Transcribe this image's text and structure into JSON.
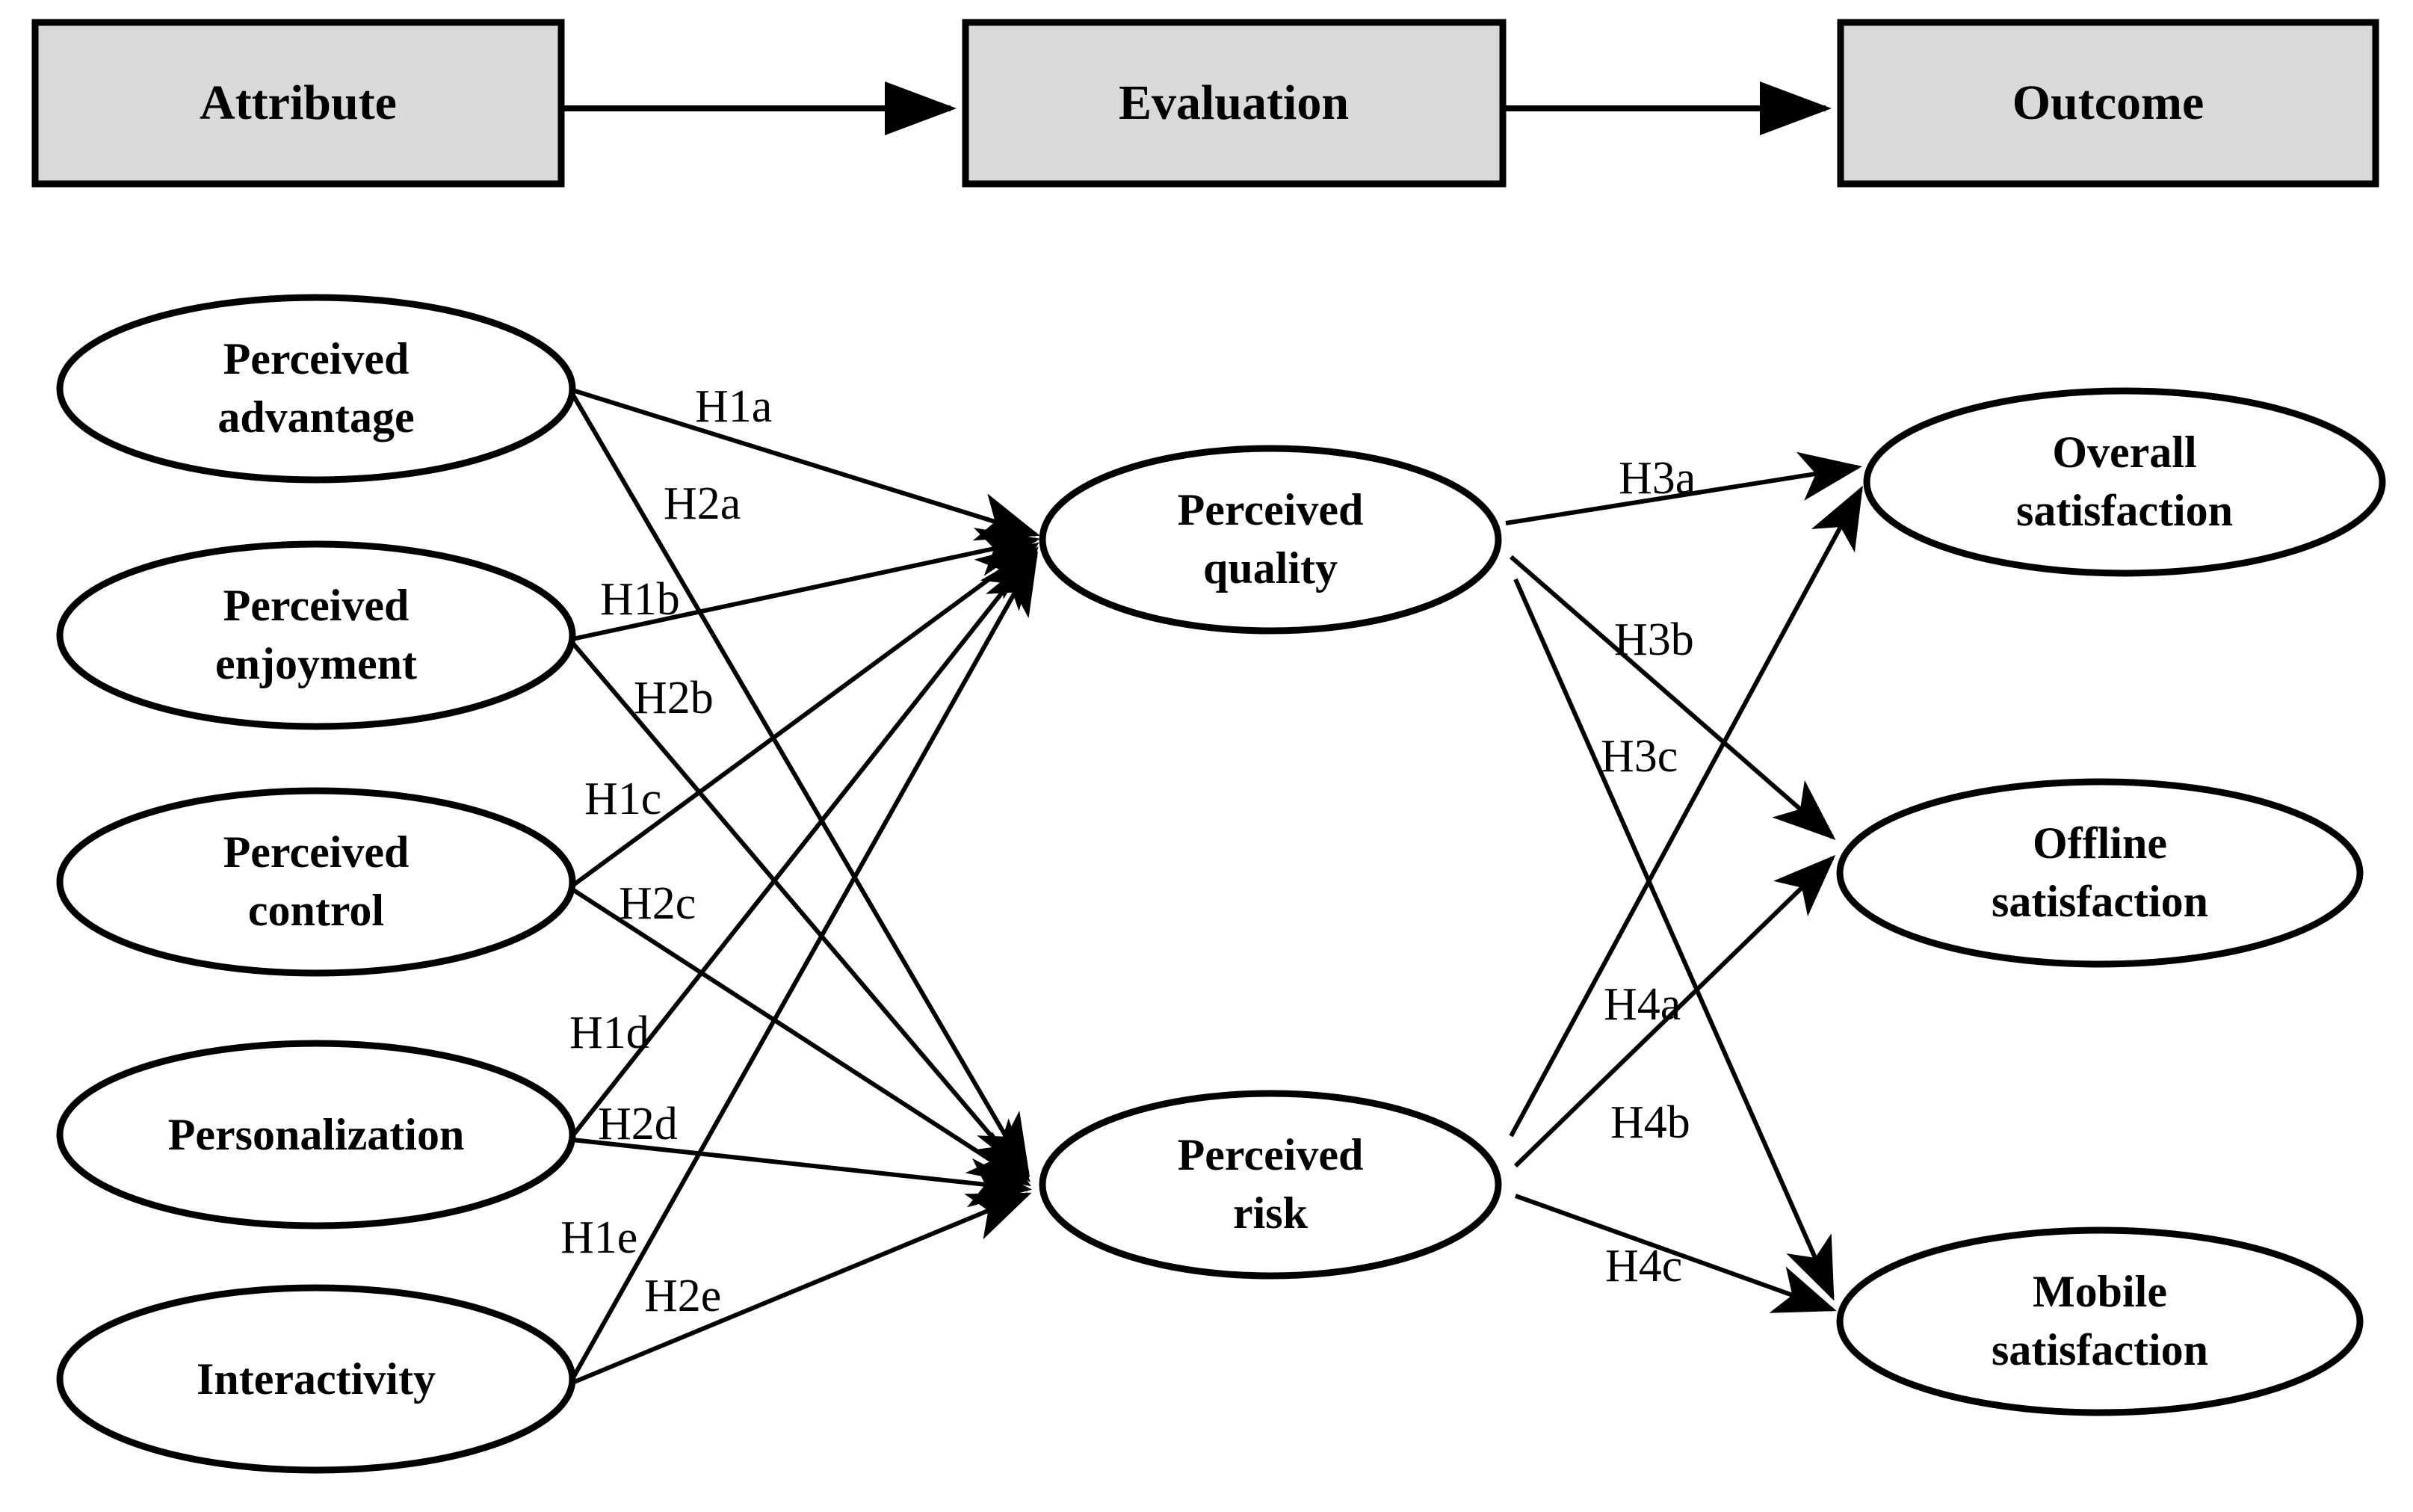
{
  "diagram": {
    "title_row": {
      "boxes": [
        {
          "id": "attribute",
          "label": "Attribute"
        },
        {
          "id": "evaluation",
          "label": "Evaluation"
        },
        {
          "id": "outcome",
          "label": "Outcome"
        }
      ],
      "connectors": [
        {
          "from": "attribute",
          "to": "evaluation",
          "icon": "arrow-right-icon"
        },
        {
          "from": "evaluation",
          "to": "outcome",
          "icon": "arrow-right-icon"
        }
      ]
    },
    "constructs": {
      "antecedents": [
        {
          "id": "perceived-advantage",
          "line1": "Perceived",
          "line2": "advantage"
        },
        {
          "id": "perceived-enjoyment",
          "line1": "Perceived",
          "line2": "enjoyment"
        },
        {
          "id": "perceived-control",
          "line1": "Perceived",
          "line2": "control"
        },
        {
          "id": "personalization",
          "line1": "Personalization",
          "line2": ""
        },
        {
          "id": "interactivity",
          "line1": "Interactivity",
          "line2": ""
        }
      ],
      "mediators": [
        {
          "id": "perceived-quality",
          "line1": "Perceived",
          "line2": "quality"
        },
        {
          "id": "perceived-risk",
          "line1": "Perceived",
          "line2": "risk"
        }
      ],
      "outcomes": [
        {
          "id": "overall-satisfaction",
          "line1": "Overall",
          "line2": "satisfaction"
        },
        {
          "id": "offline-satisfaction",
          "line1": "Offline",
          "line2": "satisfaction"
        },
        {
          "id": "mobile-satisfaction",
          "line1": "Mobile",
          "line2": "satisfaction"
        }
      ]
    },
    "hypotheses": [
      {
        "id": "H1a",
        "label": "H1a",
        "from": "perceived-advantage",
        "to": "perceived-quality"
      },
      {
        "id": "H2a",
        "label": "H2a",
        "from": "perceived-advantage",
        "to": "perceived-risk"
      },
      {
        "id": "H1b",
        "label": "H1b",
        "from": "perceived-enjoyment",
        "to": "perceived-quality"
      },
      {
        "id": "H2b",
        "label": "H2b",
        "from": "perceived-enjoyment",
        "to": "perceived-risk"
      },
      {
        "id": "H1c",
        "label": "H1c",
        "from": "perceived-control",
        "to": "perceived-quality"
      },
      {
        "id": "H2c",
        "label": "H2c",
        "from": "perceived-control",
        "to": "perceived-risk"
      },
      {
        "id": "H1d",
        "label": "H1d",
        "from": "personalization",
        "to": "perceived-quality"
      },
      {
        "id": "H2d",
        "label": "H2d",
        "from": "personalization",
        "to": "perceived-risk"
      },
      {
        "id": "H1e",
        "label": "H1e",
        "from": "interactivity",
        "to": "perceived-quality"
      },
      {
        "id": "H2e",
        "label": "H2e",
        "from": "interactivity",
        "to": "perceived-risk"
      },
      {
        "id": "H3a",
        "label": "H3a",
        "from": "perceived-quality",
        "to": "overall-satisfaction"
      },
      {
        "id": "H3b",
        "label": "H3b",
        "from": "perceived-quality",
        "to": "offline-satisfaction"
      },
      {
        "id": "H3c",
        "label": "H3c",
        "from": "perceived-quality",
        "to": "mobile-satisfaction"
      },
      {
        "id": "H4a",
        "label": "H4a",
        "from": "perceived-risk",
        "to": "overall-satisfaction"
      },
      {
        "id": "H4b",
        "label": "H4b",
        "from": "perceived-risk",
        "to": "offline-satisfaction"
      },
      {
        "id": "H4c",
        "label": "H4c",
        "from": "perceived-risk",
        "to": "mobile-satisfaction"
      }
    ],
    "colors": {
      "box_fill": "#d9d9d9",
      "stroke": "#000000",
      "background": "#ffffff"
    }
  }
}
